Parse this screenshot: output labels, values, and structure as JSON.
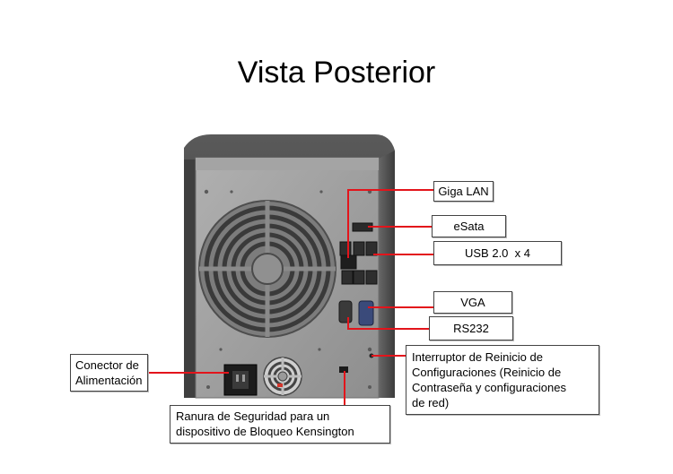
{
  "title": "Vista Posterior",
  "labels": {
    "giga_lan": "Giga LAN",
    "esata": "eSata",
    "usb": "USB 2.0  x 4",
    "vga": "VGA",
    "rs232": "RS232",
    "reset": [
      "Interruptor de Reinicio de",
      "Configuraciones (Reinicio de",
      "Contraseña y configuraciones",
      "de red)"
    ],
    "power": [
      "Conector de",
      "Alimentación"
    ],
    "kensington": [
      "Ranura de Seguridad para un",
      "dispositivo de Bloqueo Kensington"
    ]
  },
  "colors": {
    "leader_line": "#e3141b",
    "chassis": "#9a9a9a",
    "chassis_top": "#4a4a4a",
    "label_border": "#444444"
  }
}
